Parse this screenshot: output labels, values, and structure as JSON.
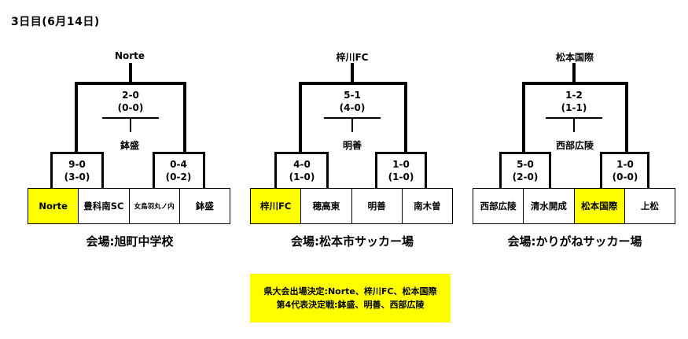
{
  "heading": "3日目(6月14日)",
  "brackets": [
    {
      "winner": "Norte",
      "final_score": "2-0",
      "final_pk": "(0-0)",
      "runner_up": "鉢盛",
      "left_score": "9-0",
      "left_pk": "(3-0)",
      "right_score": "0-4",
      "right_pk": "(0-2)",
      "teams": [
        "Norte",
        "豊科南SC",
        "女鳥羽丸ノ内",
        "鉢盛"
      ],
      "highlight_index": 0,
      "venue": "会場:旭町中学校"
    },
    {
      "winner": "梓川FC",
      "final_score": "5-1",
      "final_pk": "(4-0)",
      "runner_up": "明善",
      "left_score": "4-0",
      "left_pk": "(1-0)",
      "right_score": "1-0",
      "right_pk": "(1-0)",
      "teams": [
        "梓川FC",
        "穂高東",
        "明善",
        "南木曽"
      ],
      "highlight_index": 0,
      "venue": "会場:松本市サッカー場"
    },
    {
      "winner": "松本国際",
      "final_score": "1-2",
      "final_pk": "(1-1)",
      "runner_up": "西部広陵",
      "left_score": "5-0",
      "left_pk": "(2-0)",
      "right_score": "1-0",
      "right_pk": "(0-0)",
      "teams": [
        "西部広陵",
        "清水開成",
        "松本国際",
        "上松"
      ],
      "highlight_index": 2,
      "venue": "会場:かりがねサッカー場"
    }
  ],
  "note": {
    "line1": "県大会出場決定:Norte、梓川FC、松本国際",
    "line2": "第4代表決定戦:鉢盛、明善、西部広陵"
  },
  "colors": {
    "highlight": "#ffff00",
    "line": "#000000"
  }
}
